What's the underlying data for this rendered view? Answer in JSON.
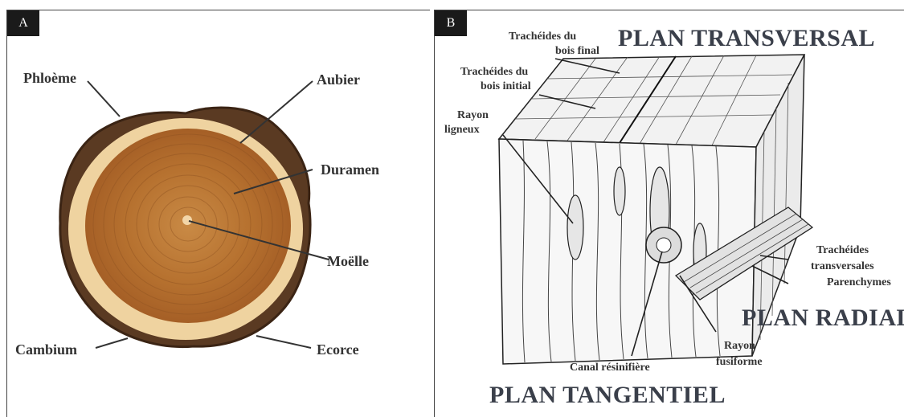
{
  "panel_a": {
    "badge": "A",
    "labels": {
      "phloeme": "Phloème",
      "aubier": "Aubier",
      "duramen": "Duramen",
      "moelle": "Moëlle",
      "cambium": "Cambium",
      "ecorce": "Ecorce"
    }
  },
  "panel_b": {
    "badge": "B",
    "planes": {
      "transversal": "PLAN TRANSVERSAL",
      "radial": "PLAN RADIAL",
      "tangentiel": "PLAN TANGENTIEL"
    },
    "labels": {
      "tracheides_bois_final_1": "Trachéides du",
      "tracheides_bois_final_2": "bois final",
      "tracheides_bois_initial_1": "Trachéides du",
      "tracheides_bois_initial_2": "bois initial",
      "rayon_ligneux_1": "Rayon",
      "rayon_ligneux_2": "ligneux",
      "tracheides_transversales_1": "Trachéides",
      "tracheides_transversales_2": "transversales",
      "parenchymes": "Parenchymes",
      "canal_resinifere": "Canal résinifière",
      "rayon_fusiforme_1": "Rayon",
      "rayon_fusiforme_2": "fusiforme"
    }
  },
  "colors": {
    "heartwood": "#b8732f",
    "sapwood": "#efd3a0",
    "bark": "#5a3a22",
    "ink": "#333333"
  }
}
